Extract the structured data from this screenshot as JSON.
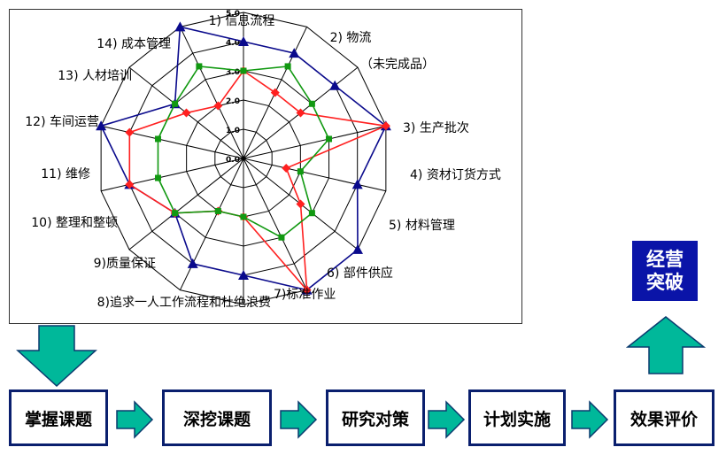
{
  "chart_data": {
    "type": "radar",
    "title": "",
    "range": [
      0,
      5
    ],
    "tick_labels": [
      "0.0",
      "1.0",
      "2.0",
      "3.0",
      "4.0",
      "5.0"
    ],
    "categories": [
      "1) 信息流程",
      "2) 物流\n（未完成品）",
      "3) 生产批次",
      "4) 资材订货方式",
      "5) 材料管理",
      "6) 部件供应",
      "7)标准作业",
      "8)追求一人工作流程和杜绝浪费",
      "9)质量保证",
      "10) 整理和整顿",
      "11) 维修",
      "12) 车间运营",
      "13) 人材培训",
      "14) 成本管理"
    ],
    "series": [
      {
        "name": "",
        "color": "#0a0a8c",
        "marker": "triangle",
        "values": [
          4.0,
          4.0,
          4.0,
          5.0,
          4.0,
          5.0,
          5.0,
          4.0,
          4.0,
          3.0,
          4.0,
          5.0,
          3.0,
          5.0
        ]
      },
      {
        "name": "",
        "color": "#ff2020",
        "marker": "diamond",
        "values": [
          3.0,
          2.5,
          2.5,
          5.0,
          1.5,
          2.5,
          5.0,
          2.0,
          2.0,
          3.0,
          4.0,
          4.0,
          2.5,
          2.0
        ]
      },
      {
        "name": "",
        "color": "#119911",
        "marker": "square",
        "values": [
          3.0,
          3.5,
          3.0,
          3.0,
          2.0,
          3.0,
          3.0,
          2.0,
          2.0,
          3.0,
          3.0,
          3.0,
          3.0,
          3.5
        ]
      }
    ]
  },
  "flow": {
    "steps": [
      "掌握课题",
      "深挖课题",
      "研究对策",
      "计划实施",
      "效果评价"
    ],
    "breakthrough": [
      "经营",
      "突破"
    ]
  }
}
